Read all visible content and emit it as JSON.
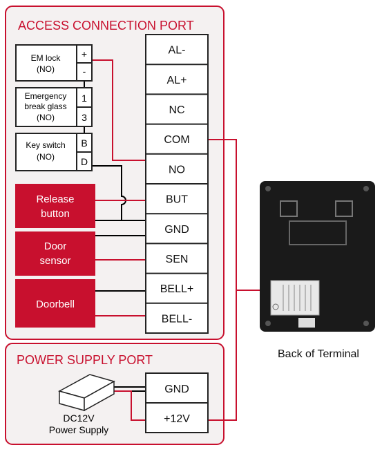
{
  "access_port": {
    "title": "ACCESS CONNECTION PORT",
    "terminals": [
      "AL-",
      "AL+",
      "NC",
      "COM",
      "NO",
      "BUT",
      "GND",
      "SEN",
      "BELL+",
      "BELL-"
    ]
  },
  "power_port": {
    "title": "POWER SUPPLY PORT",
    "terminals": [
      "GND",
      "+12V"
    ]
  },
  "devices": {
    "em_lock": {
      "line1": "EM lock",
      "line2": "(NO)",
      "pin_plus": "+",
      "pin_minus": "-"
    },
    "emergency": {
      "line1": "Emergency",
      "line2": "break glass",
      "line3": "(NO)",
      "pin_1": "1",
      "pin_3": "3"
    },
    "key_switch": {
      "line1": "Key switch",
      "line2": "(NO)",
      "pin_b": "B",
      "pin_d": "D"
    },
    "release_button": {
      "line1": "Release",
      "line2": "button"
    },
    "door_sensor": {
      "line1": "Door",
      "line2": "sensor"
    },
    "doorbell": {
      "label": "Doorbell"
    }
  },
  "power_supply": {
    "line1": "DC12V",
    "line2": "Power Supply"
  },
  "terminal_back": {
    "caption": "Back of Terminal"
  },
  "colors": {
    "accent": "#c8102e",
    "panel_fill": "#f4f1f1",
    "terminal_body": "#1a1a1a",
    "wire_black": "#000000"
  }
}
